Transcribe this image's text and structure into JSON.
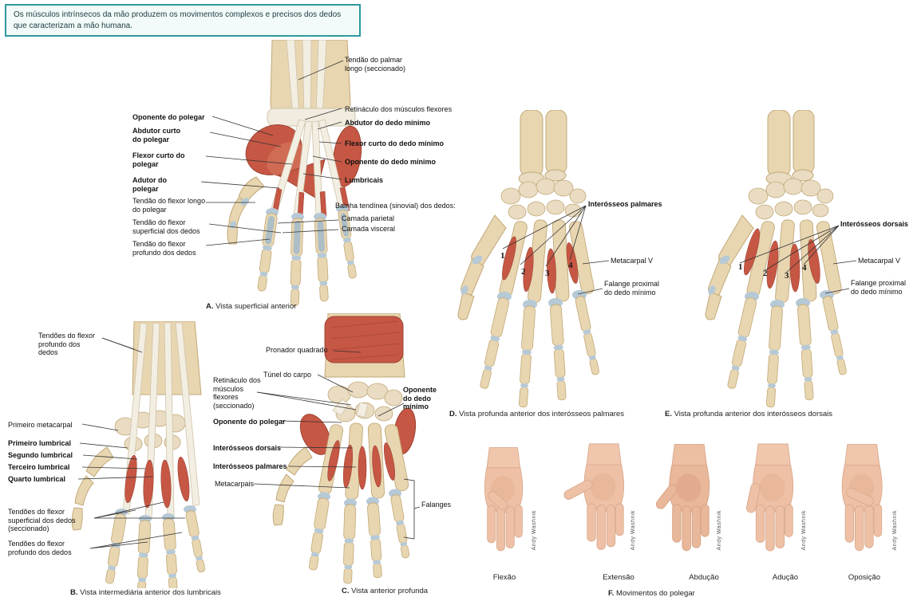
{
  "intro": {
    "text": "Os músculos intrínsecos da mão produzem os movimentos complexos e precisos dos dedos que caracterizam a mão humana."
  },
  "figures": {
    "a": {
      "caption_letter": "A.",
      "caption_text": "Vista superficial anterior",
      "left_labels": [
        "Oponente do polegar",
        "Abdutor curto do polegar",
        "Flexor curto do polegar",
        "Adutor do polegar",
        "Tendão do flexor longo do polegar",
        "Tendão do flexor superficial dos dedos",
        "Tendão do flexor profundo dos dedos"
      ],
      "right_labels": [
        "Tendão do palmar longo (seccionado)",
        "Retináculo dos músculos flexores",
        "Abdutor do dedo mínimo",
        "Flexor curto do dedo mínimo",
        "Oponente do dedo mínimo",
        "Lumbricais",
        "Bainha tendínea (sinovial) dos dedos:",
        "Camada parietal",
        "Camada visceral"
      ]
    },
    "b": {
      "caption_letter": "B.",
      "caption_text": "Vista intermediária anterior dos lumbricais",
      "labels": [
        "Tendões do flexor profundo dos dedos",
        "Primeiro metacarpal",
        "Primeiro lumbrical",
        "Segundo lumbrical",
        "Terceiro lumbrical",
        "Quarto lumbrical",
        "Tendões do flexor superficial dos dedos (seccionado)",
        "Tendões do flexor profundo dos dedos"
      ]
    },
    "c": {
      "caption_letter": "C.",
      "caption_text": "Vista anterior profunda",
      "labels": [
        "Pronador quadrado",
        "Túnel do carpo",
        "Retináculo dos músculos flexores (seccionado)",
        "Oponente do polegar",
        "Oponente do dedo mínimo",
        "Interósseos dorsais",
        "Interósseos palmares",
        "Metacarpais",
        "Falanges"
      ]
    },
    "d": {
      "caption_letter": "D.",
      "caption_text": "Vista profunda anterior dos interósseos palmares",
      "labels": [
        "Interósseos palmares",
        "Metacarpal V",
        "Falange proximal do dedo mínimo"
      ],
      "numbers": [
        "1",
        "2",
        "3",
        "4"
      ]
    },
    "e": {
      "caption_letter": "E.",
      "caption_text": "Vista profunda anterior dos interósseos dorsais",
      "labels": [
        "Interósseos dorsais",
        "Metacarpal V",
        "Falange proximal do dedo mínimo"
      ],
      "numbers": [
        "1",
        "2",
        "3",
        "4"
      ]
    },
    "f": {
      "caption_letter": "F.",
      "caption_text": "Movimentos do polegar",
      "movements": [
        "Flexão",
        "Extensão",
        "Abdução",
        "Adução",
        "Oposição"
      ],
      "credit": "Andy Washnik"
    }
  },
  "colors": {
    "box_border": "#2e9aa0",
    "muscle_red": "#c65744",
    "bone_tan": "#e8d6b1",
    "joint_blue": "#b6c9d6",
    "skin": "#eec1a6"
  }
}
